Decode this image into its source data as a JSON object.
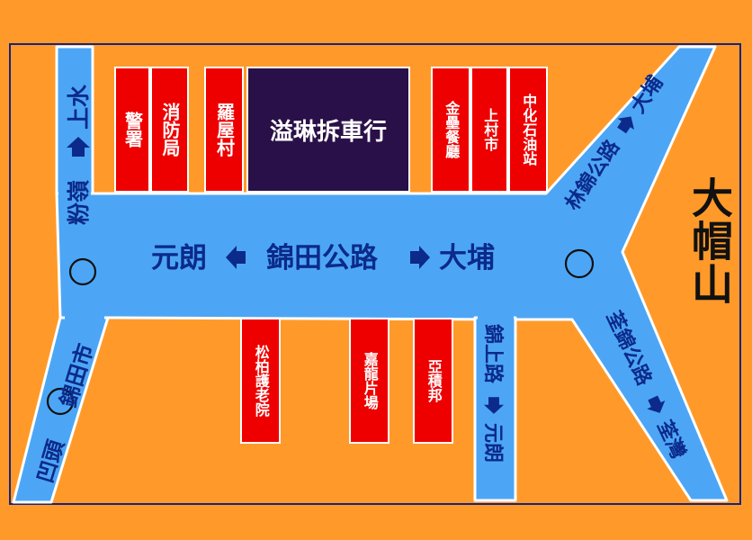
{
  "colors": {
    "background": "#FF9A2A",
    "road": "#4DA6F5",
    "label": "#0B2A8A",
    "building": "#EE0000",
    "landmark": "#2A1048"
  },
  "roads": {
    "main": "錦田公路",
    "west_dest": "元朗",
    "east_dest": "大埔",
    "north_dest": "上水",
    "north_road": "粉嶺",
    "sw_road": "錦田市",
    "sw_dest": "凹頭",
    "ne_road": "林錦公路",
    "ne_dest": "大埔",
    "se_road": "荃錦公路",
    "se_dest": "荃灣",
    "south_road": "錦上路",
    "south_dest": "元朗"
  },
  "buildings": {
    "police": "警署",
    "fire_station": "消防局",
    "lo_uk_tsuen": "羅屋村",
    "landmark": "溢琳拆車行",
    "restaurant": "金壘餐廳",
    "market": "上村市",
    "petrol": "中化石油站",
    "elderly_home": "松柏護老院",
    "studio": "嘉龍片場",
    "asia_chai_bong": "亞積邦"
  },
  "mountain": "大帽山",
  "icons": [
    "roundabout-icon",
    "arrow-left-icon",
    "arrow-right-icon",
    "arrow-up-icon",
    "arrow-down-icon"
  ]
}
